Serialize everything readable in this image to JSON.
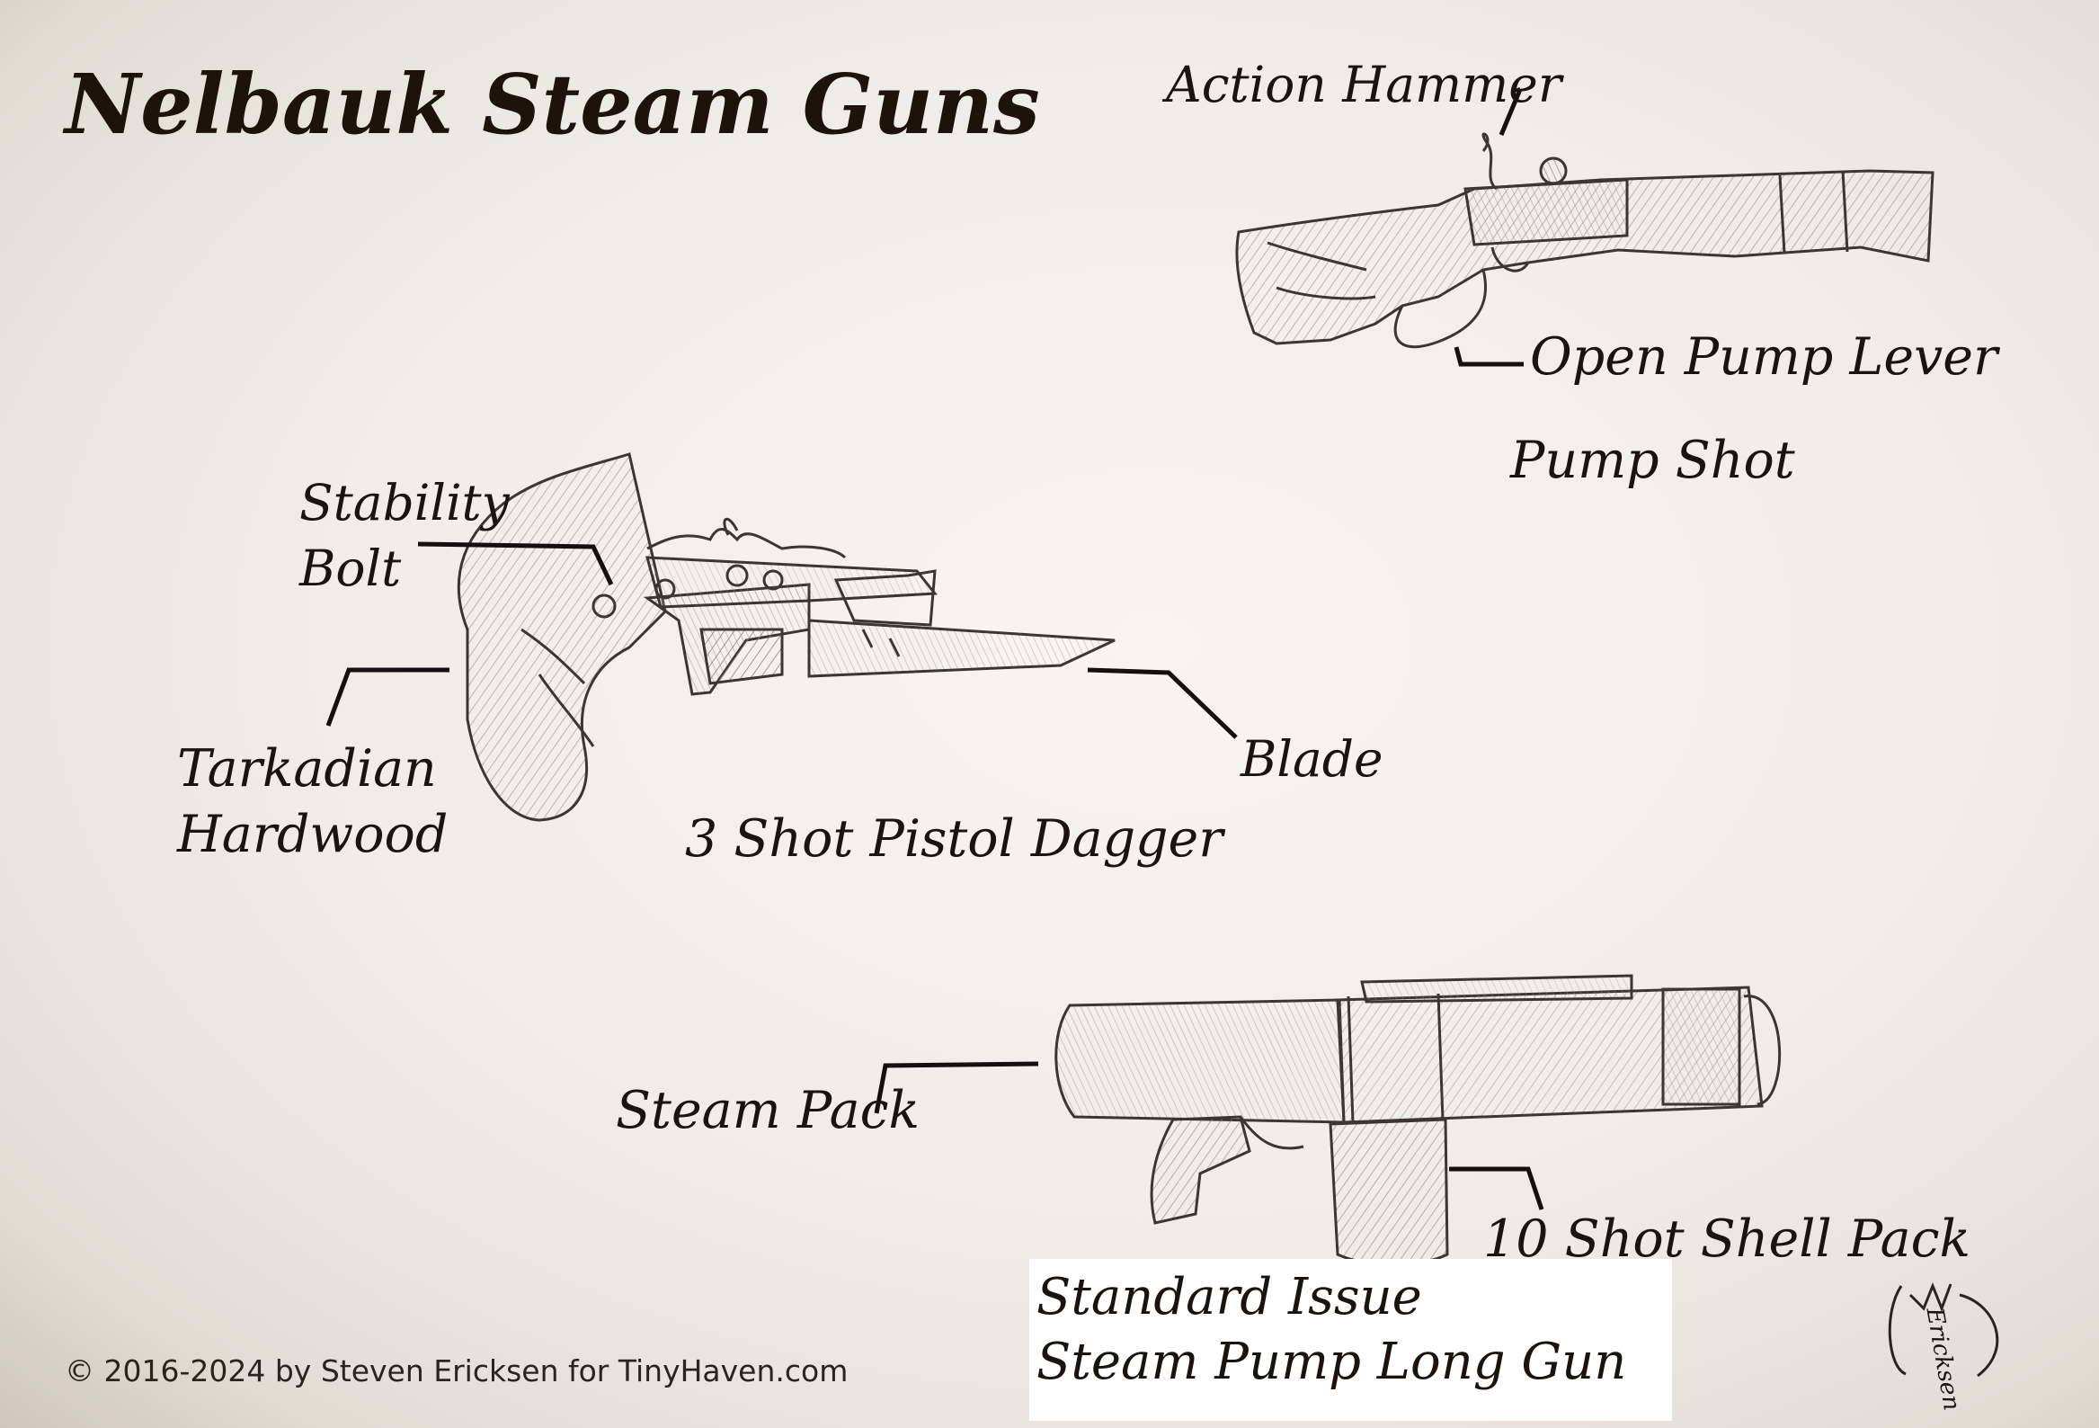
{
  "title": "Nelbauk Steam Guns",
  "copyright": "© 2016-2024 by Steven Ericksen for TinyHaven.com",
  "pump_shot": {
    "name": "Pump Shot",
    "labels": {
      "action_hammer": "Action Hammer",
      "open_pump_lever": "Open Pump Lever"
    }
  },
  "pistol_dagger": {
    "name": "3 Shot Pistol Dagger",
    "labels": {
      "stability_bolt_1": "Stability",
      "stability_bolt_2": "Bolt",
      "tarkadian_1": "Tarkadian",
      "tarkadian_2": "Hardwood",
      "blade": "Blade"
    }
  },
  "long_gun": {
    "name_1": "Standard Issue",
    "name_2": "Steam Pump Long Gun",
    "labels": {
      "steam_pack": "Steam Pack",
      "shell_pack": "10 Shot Shell Pack"
    }
  },
  "signature": "Ericksen",
  "colors": {
    "ink": "#1a1410",
    "paper": "#f2efeb",
    "pencil": "#4a4440"
  }
}
